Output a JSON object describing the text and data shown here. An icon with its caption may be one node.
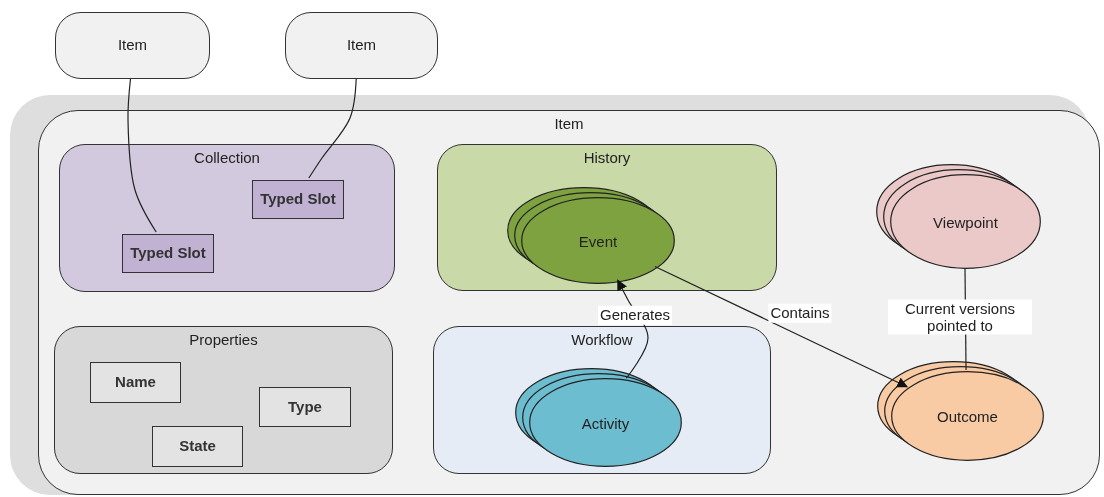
{
  "diagram": {
    "nodes": [
      {
        "text": [
          "Item"
        ]
      },
      {
        "text": [
          "Item"
        ]
      },
      {
        "text": [
          "Item"
        ]
      },
      {
        "text": [
          "Collection"
        ],
        "in": 2
      },
      {
        "text": [
          "Typed Slot"
        ],
        "in": 3
      },
      {
        "text": [
          "Typed Slot"
        ],
        "in": 3
      },
      {
        "text": [
          "History"
        ],
        "in": 2
      },
      {
        "text": [
          "Event"
        ],
        "in": 6
      },
      {
        "text": [
          "Properties"
        ],
        "in": 2
      },
      {
        "text": [
          "Name"
        ],
        "in": 8
      },
      {
        "text": [
          "Type"
        ],
        "in": 8
      },
      {
        "text": [
          "State"
        ],
        "in": 8
      },
      {
        "text": [
          "Workflow"
        ],
        "in": 2
      },
      {
        "text": [
          "Activity"
        ],
        "in": 12
      },
      {
        "text": [
          "Viewpoint"
        ],
        "in": 2
      },
      {
        "text": [
          "Outcome"
        ],
        "in": 2
      }
    ],
    "edges": [
      {
        "from": 0,
        "to": 4,
        "arrow": "none"
      },
      {
        "from": 1,
        "to": 5,
        "arrow": "none"
      },
      {
        "from": 13,
        "to": 7,
        "arrow": "to",
        "label": "Generates"
      },
      {
        "from": 7,
        "to": 15,
        "arrow": "to",
        "label": "Contains"
      },
      {
        "from": 14,
        "to": 15,
        "arrow": "none",
        "label": "Current versions pointed to"
      }
    ]
  }
}
